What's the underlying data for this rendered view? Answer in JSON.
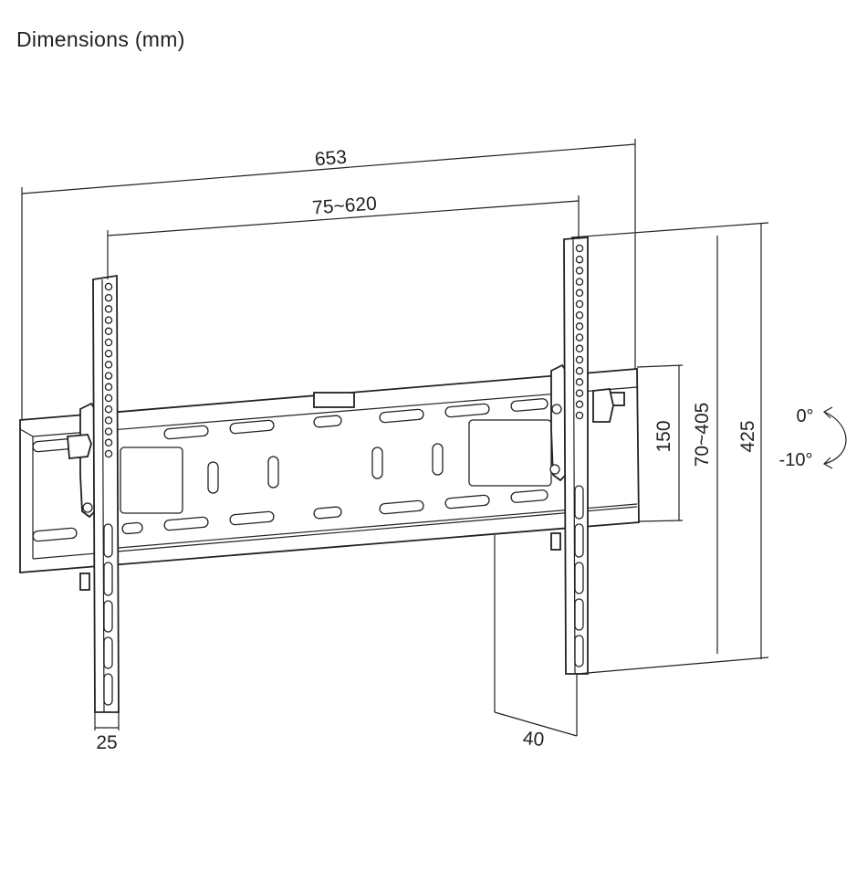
{
  "title": "Dimensions (mm)",
  "dimensions": {
    "overall_width": "653",
    "vesa_horizontal": "75~620",
    "overall_height": "425",
    "vesa_vertical": "70~405",
    "wall_plate_height": "150",
    "wall_distance": "40",
    "arm_width": "25"
  },
  "tilt": {
    "upper": "0°",
    "lower": "-10°"
  },
  "colors": {
    "line": "#222222",
    "background": "#ffffff"
  }
}
